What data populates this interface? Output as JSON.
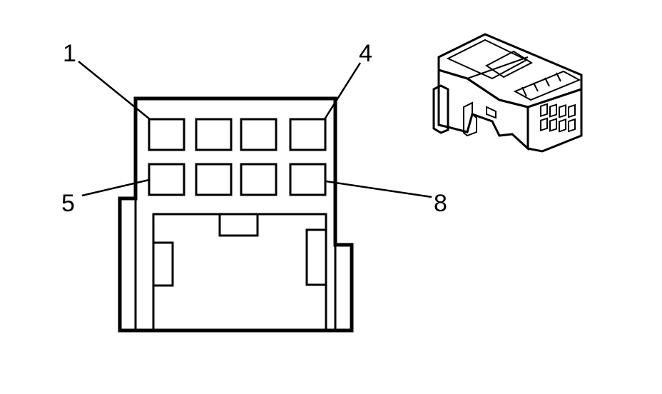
{
  "labels": {
    "pin_1": "1",
    "pin_4": "4",
    "pin_5": "5",
    "pin_8": "8"
  },
  "colors": {
    "line": "#000000",
    "background": "#ffffff"
  }
}
